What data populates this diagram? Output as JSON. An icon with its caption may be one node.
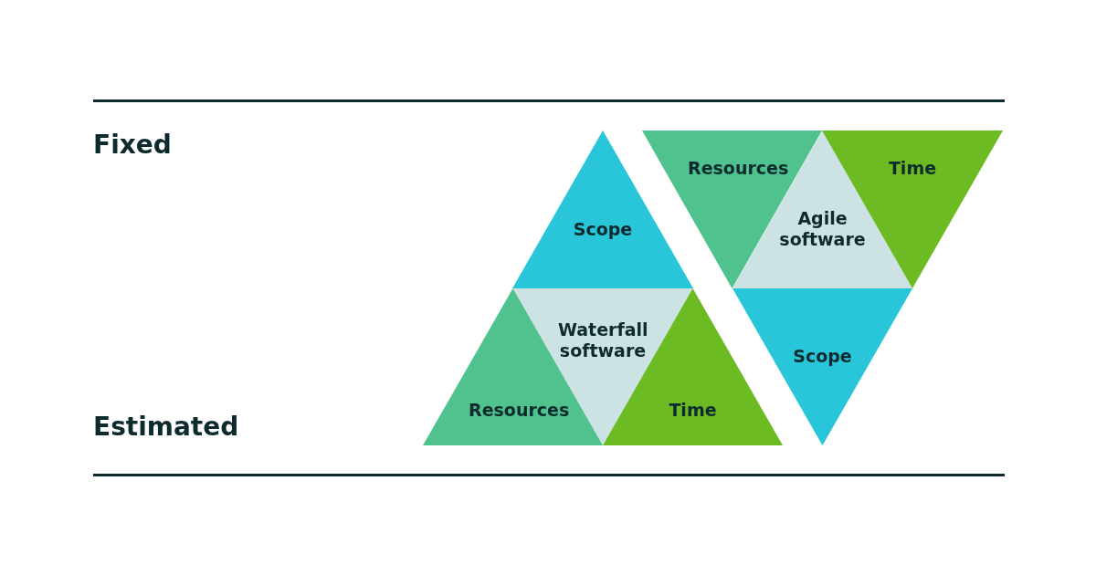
{
  "diagram": {
    "nodes": [
      {
        "text": [
          "Scope"
        ]
      },
      {
        "text": [
          "Waterfall software"
        ]
      },
      {
        "text": [
          "Resources"
        ]
      },
      {
        "text": [
          "Time"
        ]
      },
      {
        "text": [
          "Resources"
        ]
      },
      {
        "text": [
          "Agile software"
        ]
      },
      {
        "text": [
          "Time"
        ]
      },
      {
        "text": [
          "Scope"
        ]
      }
    ],
    "labels": [
      "Fixed",
      "Estimated"
    ]
  }
}
